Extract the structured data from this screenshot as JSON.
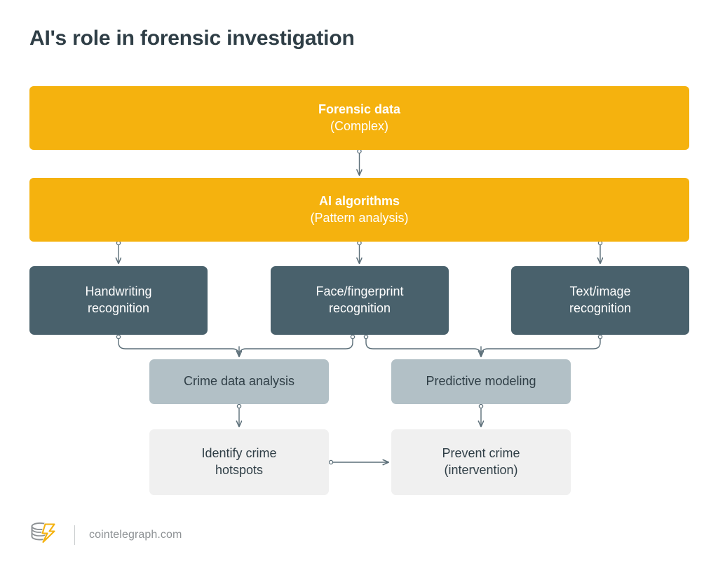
{
  "page": {
    "title": "AI's role in forensic investigation",
    "background": "#ffffff"
  },
  "colors": {
    "title_text": "#2f3e46",
    "yellow_node": "#f5b20e",
    "dark_node": "#49616c",
    "gray_node": "#b2c0c6",
    "light_node": "#f0f0f0",
    "connector": "#5b6e78",
    "footer_text": "#8d9194",
    "logo_bolt": "#f5b20e"
  },
  "diagram": {
    "type": "flowchart",
    "nodes": [
      {
        "id": "forensic-data",
        "line1": "Forensic data",
        "line2": "(Complex)",
        "style": "yellow",
        "row": 1
      },
      {
        "id": "ai-algorithms",
        "line1": "AI algorithms",
        "line2": "(Pattern analysis)",
        "style": "yellow",
        "row": 2
      },
      {
        "id": "handwriting",
        "line1": "Handwriting",
        "line2": "recognition",
        "style": "dark",
        "row": 3
      },
      {
        "id": "face-fingerprint",
        "line1": "Face/fingerprint",
        "line2": "recognition",
        "style": "dark",
        "row": 3
      },
      {
        "id": "text-image",
        "line1": "Text/image",
        "line2": "recognition",
        "style": "dark",
        "row": 3
      },
      {
        "id": "crime-data-analysis",
        "line1": "Crime data analysis",
        "line2": "",
        "style": "gray",
        "row": 4
      },
      {
        "id": "predictive-modeling",
        "line1": "Predictive modeling",
        "line2": "",
        "style": "gray",
        "row": 4
      },
      {
        "id": "identify-hotspots",
        "line1": "Identify crime",
        "line2": "hotspots",
        "style": "light",
        "row": 5
      },
      {
        "id": "prevent-crime",
        "line1": "Prevent crime",
        "line2": "(intervention)",
        "style": "light",
        "row": 5
      }
    ],
    "edges": [
      {
        "from": "forensic-data",
        "to": "ai-algorithms",
        "kind": "straight-down"
      },
      {
        "from": "ai-algorithms",
        "to": "handwriting",
        "kind": "straight-down"
      },
      {
        "from": "ai-algorithms",
        "to": "face-fingerprint",
        "kind": "straight-down"
      },
      {
        "from": "ai-algorithms",
        "to": "text-image",
        "kind": "straight-down"
      },
      {
        "from": "handwriting",
        "to": "crime-data-analysis",
        "kind": "elbow"
      },
      {
        "from": "face-fingerprint",
        "to": "crime-data-analysis",
        "kind": "elbow"
      },
      {
        "from": "face-fingerprint",
        "to": "predictive-modeling",
        "kind": "elbow"
      },
      {
        "from": "text-image",
        "to": "predictive-modeling",
        "kind": "elbow"
      },
      {
        "from": "crime-data-analysis",
        "to": "identify-hotspots",
        "kind": "straight-down"
      },
      {
        "from": "predictive-modeling",
        "to": "prevent-crime",
        "kind": "straight-down"
      },
      {
        "from": "identify-hotspots",
        "to": "prevent-crime",
        "kind": "straight-right"
      }
    ]
  },
  "footer": {
    "logo_name": "cointelegraph-logo",
    "site": "cointelegraph.com"
  }
}
